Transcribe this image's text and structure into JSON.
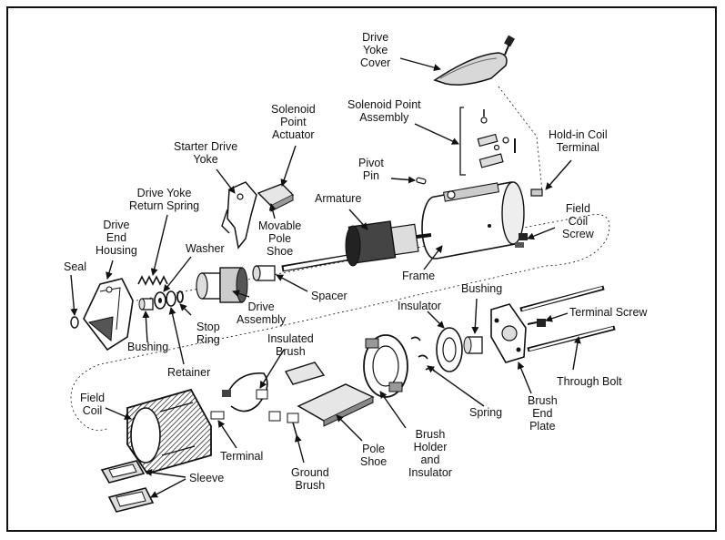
{
  "labels": {
    "drive_yoke_cover": "Drive\nYoke\nCover",
    "solenoid_point_assembly": "Solenoid Point\nAssembly",
    "solenoid_point_actuator": "Solenoid\nPoint\nActuator",
    "hold_in_coil_terminal": "Hold-in Coil\nTerminal",
    "starter_drive_yoke": "Starter Drive\nYoke",
    "pivot_pin": "Pivot\nPin",
    "drive_yoke_return_spring": "Drive Yoke\nReturn Spring",
    "armature": "Armature",
    "field_coil_screw": "Field\nCoil\nScrew",
    "drive_end_housing": "Drive\nEnd\nHousing",
    "movable_pole_shoe": "Movable\nPole\nShoe",
    "washer": "Washer",
    "seal": "Seal",
    "frame": "Frame",
    "spacer": "Spacer",
    "bushing_top": "Bushing",
    "insulator": "Insulator",
    "terminal_screw": "Terminal Screw",
    "drive_assembly": "Drive\nAssembly",
    "stop_ring": "Stop\nRing",
    "bushing_left": "Bushing",
    "insulated_brush": "Insulated\nBrush",
    "retainer": "Retainer",
    "through_bolt": "Through Bolt",
    "field_coil": "Field\nCoil",
    "brush_end_plate": "Brush\nEnd\nPlate",
    "spring": "Spring",
    "brush_holder_insulator": "Brush\nHolder\nand\nInsulator",
    "terminal": "Terminal",
    "pole_shoe": "Pole\nShoe",
    "sleeve": "Sleeve",
    "ground_brush": "Ground\nBrush"
  }
}
